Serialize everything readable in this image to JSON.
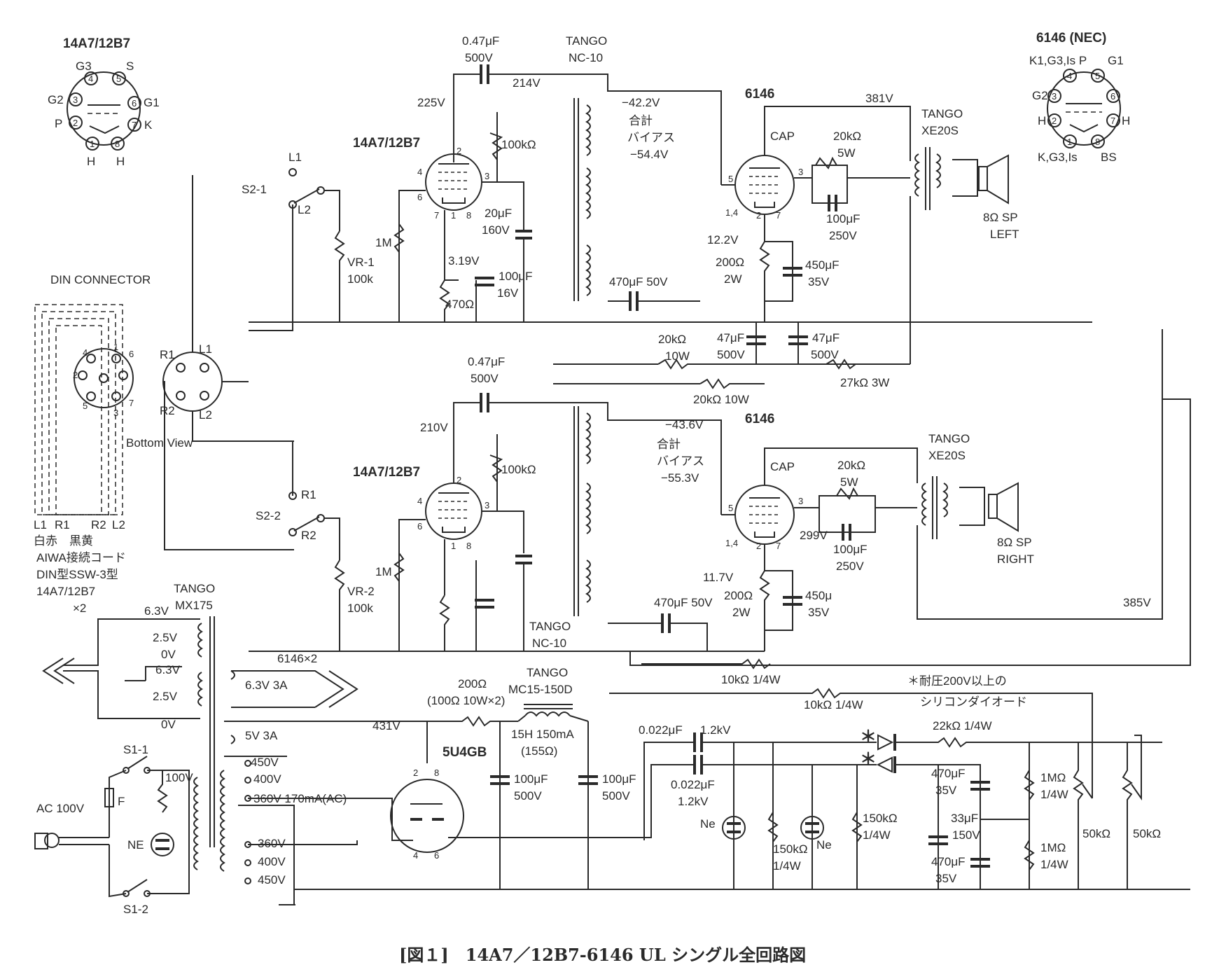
{
  "colors": {
    "ink": "#2a2a2a",
    "paper": "#ffffff"
  },
  "caption": "[図１]　14A7／12B7-6146 UL シングル全回路図",
  "basing_14a7": {
    "title": "14A7/12B7",
    "pins": {
      "g3": "G3",
      "s": "S",
      "g2": "G2",
      "g1": "G1",
      "p": "P",
      "k": "K",
      "h1": "H",
      "h2": "H",
      "n1": "1",
      "n2": "2",
      "n3": "3",
      "n4": "4",
      "n5": "5",
      "n6": "6",
      "n7": "7",
      "n8": "8"
    }
  },
  "basing_6146": {
    "title": "6146 (NEC)",
    "pins": {
      "k_g3_is_p": "K1,G3,Is P",
      "g1": "G1",
      "g2": "G2",
      "h_l": "H",
      "h_r": "H",
      "k_g3_is_b": "K,G3,Is",
      "bs": "BS",
      "n1": "1",
      "n2": "2",
      "n3": "3",
      "n4": "4",
      "n5": "5",
      "n6": "6",
      "n7": "7",
      "n8": "8"
    }
  },
  "din": {
    "title": "DIN CONNECTOR",
    "bottom_view": "Bottom View",
    "pins": {
      "p1": "1",
      "p2": "2",
      "p3": "3",
      "p4": "4",
      "p5": "5",
      "p6": "6",
      "p7": "7"
    },
    "jack": {
      "r1": "R1",
      "r2": "R2",
      "l1": "L1",
      "l2": "L2"
    },
    "wire_labels": [
      "L1",
      "R1",
      "R2",
      "L2"
    ],
    "wire_colors": "白赤　黒黄",
    "cord": [
      "AIWA接続コード",
      "DIN型SSW-3型",
      "14A7/12B7",
      "×2"
    ]
  },
  "switches": {
    "s2_1": "S2-1",
    "s2_2": "S2-2",
    "l1": "L1",
    "l2": "L2",
    "r1": "R1",
    "r2": "R2"
  },
  "left_channel": {
    "coupling_cap": [
      "0.47μF",
      "500V"
    ],
    "v_225": "225V",
    "v_214": "214V",
    "driver_tube": "14A7/12B7",
    "plate_res": "100kΩ",
    "grid_res": "1M",
    "vr": [
      "VR-1",
      "100k"
    ],
    "v_cath": "3.19V",
    "cath_res": "470Ω",
    "cath_cap": [
      "100μF",
      "16V"
    ],
    "decouple": [
      "20μF",
      "160V"
    ],
    "nfb_trans": [
      "TANGO",
      "NC-10"
    ],
    "bias_v": "−42.2V",
    "bias_total": [
      "合計",
      "バイアス",
      "−54.4V"
    ],
    "bias_cap": "470μF 50V",
    "out_tube": "6146",
    "cap": "CAP",
    "ul": [
      "20kΩ",
      "5W"
    ],
    "ul_cap": [
      "100μF",
      "250V"
    ],
    "v_381": "381V",
    "v_122": "12.2V",
    "out_cath_res": [
      "200Ω",
      "2W"
    ],
    "out_cath_cap": [
      "450μF",
      "35V"
    ],
    "out_trans": [
      "TANGO",
      "XE20S"
    ],
    "speaker": [
      "8Ω SP",
      "LEFT"
    ],
    "pins": {
      "p5": "5",
      "p3": "3",
      "p14": "1,4",
      "p2": "2",
      "p7": "7",
      "d2": "2",
      "d3": "3",
      "d4": "4",
      "d6": "6",
      "d7": "7",
      "d1": "1",
      "d8": "8"
    }
  },
  "supply_filter": {
    "r_20k_10w_a": [
      "20kΩ",
      "10W"
    ],
    "cap_47_a": [
      "47μF",
      "500V"
    ],
    "cap_47_b": [
      "47μF",
      "500V"
    ],
    "r_27k": "27kΩ 3W",
    "r_20k_10w_b": "20kΩ 10W"
  },
  "right_channel": {
    "coupling_cap": [
      "0.47μF",
      "500V"
    ],
    "v_210": "210V",
    "driver_tube": "14A7/12B7",
    "plate_res": "100kΩ",
    "grid_res": "1M",
    "vr": [
      "VR-2",
      "100k"
    ],
    "nfb_trans": [
      "TANGO",
      "NC-10"
    ],
    "bias_v": "−43.6V",
    "bias_total": [
      "合計",
      "バイアス",
      "−55.3V"
    ],
    "bias_cap": "470μF 50V",
    "out_tube": "6146",
    "cap": "CAP",
    "ul": [
      "20kΩ",
      "5W"
    ],
    "ul_cap": [
      "100μF",
      "250V"
    ],
    "v_299": "299V",
    "v_117": "11.7V",
    "out_cath_res": [
      "200Ω",
      "2W"
    ],
    "out_cath_cap": [
      "450μ",
      "35V"
    ],
    "out_trans": [
      "TANGO",
      "XE20S"
    ],
    "speaker": [
      "8Ω SP",
      "RIGHT"
    ],
    "v_385": "385V",
    "pins": {
      "p5": "5",
      "p3": "3",
      "p14": "1,4",
      "p2": "2",
      "p7": "7",
      "d2": "2",
      "d3": "3",
      "d4": "4",
      "d6": "6",
      "d1": "1",
      "d8": "8"
    }
  },
  "power": {
    "heater_trans": [
      "TANGO",
      "MX175"
    ],
    "ht": {
      "v63a": "6.3V",
      "v25a": "2.5V",
      "v0a": "0V",
      "v63b": "6.3V",
      "v25b": "2.5V",
      "v0b": "0V"
    },
    "heater_6146": "6146×2",
    "w63": "6.3V 3A",
    "w5v": "5V 3A",
    "v_431": "431V",
    "taps_top": [
      "450V",
      "400V",
      "360V 170mA(AC)"
    ],
    "taps_bot": [
      "360V",
      "400V",
      "450V"
    ],
    "rect_tube": "5U4GB",
    "rect_pins": {
      "p2": "2",
      "p8": "8",
      "p4": "4",
      "p6": "6"
    },
    "r_200": [
      "200Ω",
      "(100Ω 10W×2)"
    ],
    "choke": [
      "TANGO",
      "MC15-150D",
      "15H 150mA",
      "(155Ω)"
    ],
    "cap_a": [
      "100μF",
      "500V"
    ],
    "cap_b": [
      "100μF",
      "500V"
    ],
    "ac": "AC 100V",
    "s1_1": "S1-1",
    "s1_2": "S1-2",
    "fuse": "F",
    "ne": "NE",
    "v100": "100V"
  },
  "bias_supply": {
    "r_10k_a": "10kΩ 1/4W",
    "r_10k_b": "10kΩ 1/4W",
    "note": [
      "＊耐圧200V以上の",
      "シリコンダイオード"
    ],
    "c_0022_a": [
      "0.022μF",
      "1.2kV"
    ],
    "c_0022_b": [
      "0.022μF",
      "1.2kV"
    ],
    "ne_a": "Ne",
    "ne_b": "Ne",
    "r_150_a": [
      "150kΩ",
      "1/4W"
    ],
    "r_150_b": [
      "150kΩ",
      "1/4W"
    ],
    "star": "＊",
    "r_22k": "22kΩ 1/4W",
    "c_470_a": [
      "470μF",
      "35V"
    ],
    "c_33": [
      "33μF",
      "150V"
    ],
    "c_470_b": [
      "470μF",
      "35V"
    ],
    "r_1m_a": [
      "1MΩ",
      "1/4W"
    ],
    "r_1m_b": [
      "1MΩ",
      "1/4W"
    ],
    "pot_a": "50kΩ",
    "pot_b": "50kΩ"
  }
}
